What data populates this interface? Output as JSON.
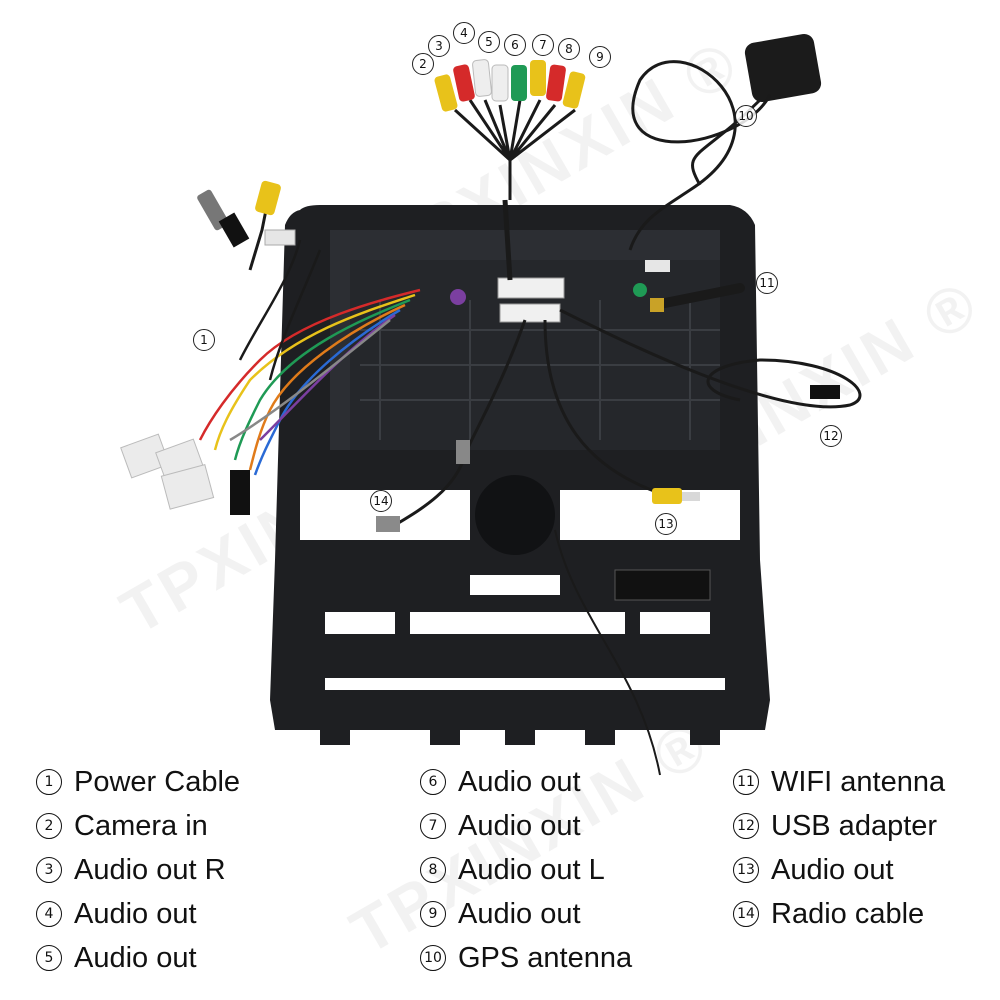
{
  "watermark": "TPXINXIN ®",
  "markers": [
    "1",
    "2",
    "3",
    "4",
    "5",
    "6",
    "7",
    "8",
    "9",
    "10",
    "11",
    "12",
    "13",
    "14"
  ],
  "legend": {
    "col1": [
      {
        "num": "1",
        "text": "Power Cable"
      },
      {
        "num": "2",
        "text": "Camera in"
      },
      {
        "num": "3",
        "text": "Audio out R"
      },
      {
        "num": "4",
        "text": "Audio out"
      },
      {
        "num": "5",
        "text": "Audio out"
      }
    ],
    "col2": [
      {
        "num": "6",
        "text": "Audio out"
      },
      {
        "num": "7",
        "text": "Audio out"
      },
      {
        "num": "8",
        "text": "Audio out L"
      },
      {
        "num": "9",
        "text": "Audio out"
      },
      {
        "num": "10",
        "text": "GPS antenna"
      }
    ],
    "col3": [
      {
        "num": "11",
        "text": "WIFI antenna"
      },
      {
        "num": "12",
        "text": "USB adapter"
      },
      {
        "num": "13",
        "text": "Audio out"
      },
      {
        "num": "14",
        "text": "Radio cable"
      }
    ]
  },
  "colors": {
    "frame": "#1e1f22",
    "frame_light": "#2c2e33",
    "cable": "#1a1a1a",
    "rca_yellow": "#e8c21a",
    "rca_red": "#d52a2a",
    "rca_white": "#eeeeee",
    "rca_green": "#1f9a55"
  }
}
